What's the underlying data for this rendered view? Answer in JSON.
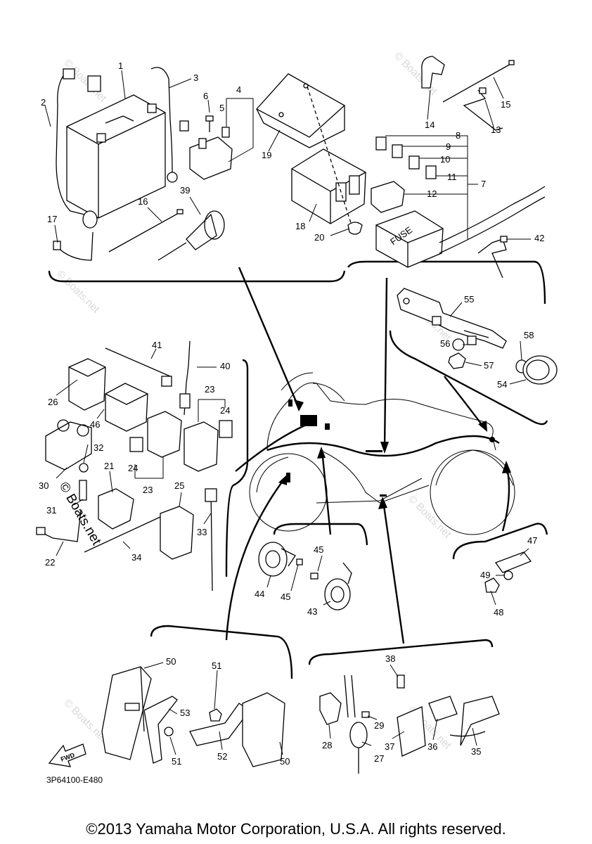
{
  "diagram": {
    "reference_code": "3P64100-E480",
    "copyright": "©2013 Yamaha Motor Corporation, U.S.A. All rights reserved.",
    "fwd_label": "FWD",
    "fuse_label": "FUSE",
    "watermark": "© Boats.net",
    "callouts": [
      {
        "id": "c1",
        "label": "1"
      },
      {
        "id": "c2",
        "label": "2"
      },
      {
        "id": "c3",
        "label": "3"
      },
      {
        "id": "c4",
        "label": "4"
      },
      {
        "id": "c5",
        "label": "5"
      },
      {
        "id": "c6",
        "label": "6"
      },
      {
        "id": "c7",
        "label": "7"
      },
      {
        "id": "c8",
        "label": "8"
      },
      {
        "id": "c9",
        "label": "9"
      },
      {
        "id": "c10",
        "label": "10"
      },
      {
        "id": "c11",
        "label": "11"
      },
      {
        "id": "c12",
        "label": "12"
      },
      {
        "id": "c13",
        "label": "13"
      },
      {
        "id": "c14",
        "label": "14"
      },
      {
        "id": "c15",
        "label": "15"
      },
      {
        "id": "c16",
        "label": "16"
      },
      {
        "id": "c17",
        "label": "17"
      },
      {
        "id": "c18",
        "label": "18"
      },
      {
        "id": "c19",
        "label": "19"
      },
      {
        "id": "c20",
        "label": "20"
      },
      {
        "id": "c21",
        "label": "21"
      },
      {
        "id": "c22",
        "label": "22"
      },
      {
        "id": "c23a",
        "label": "23"
      },
      {
        "id": "c23b",
        "label": "23"
      },
      {
        "id": "c24a",
        "label": "24"
      },
      {
        "id": "c24b",
        "label": "24"
      },
      {
        "id": "c25",
        "label": "25"
      },
      {
        "id": "c26",
        "label": "26"
      },
      {
        "id": "c27",
        "label": "27"
      },
      {
        "id": "c28",
        "label": "28"
      },
      {
        "id": "c29",
        "label": "29"
      },
      {
        "id": "c30",
        "label": "30"
      },
      {
        "id": "c31",
        "label": "31"
      },
      {
        "id": "c32",
        "label": "32"
      },
      {
        "id": "c33",
        "label": "33"
      },
      {
        "id": "c34",
        "label": "34"
      },
      {
        "id": "c35",
        "label": "35"
      },
      {
        "id": "c36",
        "label": "36"
      },
      {
        "id": "c37",
        "label": "37"
      },
      {
        "id": "c38",
        "label": "38"
      },
      {
        "id": "c39",
        "label": "39"
      },
      {
        "id": "c40",
        "label": "40"
      },
      {
        "id": "c41",
        "label": "41"
      },
      {
        "id": "c42",
        "label": "42"
      },
      {
        "id": "c43",
        "label": "43"
      },
      {
        "id": "c44",
        "label": "44"
      },
      {
        "id": "c45a",
        "label": "45"
      },
      {
        "id": "c45b",
        "label": "45"
      },
      {
        "id": "c46",
        "label": "46"
      },
      {
        "id": "c47",
        "label": "47"
      },
      {
        "id": "c48",
        "label": "48"
      },
      {
        "id": "c49",
        "label": "49"
      },
      {
        "id": "c50a",
        "label": "50"
      },
      {
        "id": "c50b",
        "label": "50"
      },
      {
        "id": "c51a",
        "label": "51"
      },
      {
        "id": "c51b",
        "label": "51"
      },
      {
        "id": "c52",
        "label": "52"
      },
      {
        "id": "c53",
        "label": "53"
      },
      {
        "id": "c54",
        "label": "54"
      },
      {
        "id": "c55",
        "label": "55"
      },
      {
        "id": "c56",
        "label": "56"
      },
      {
        "id": "c57",
        "label": "57"
      },
      {
        "id": "c58",
        "label": "58"
      }
    ]
  }
}
